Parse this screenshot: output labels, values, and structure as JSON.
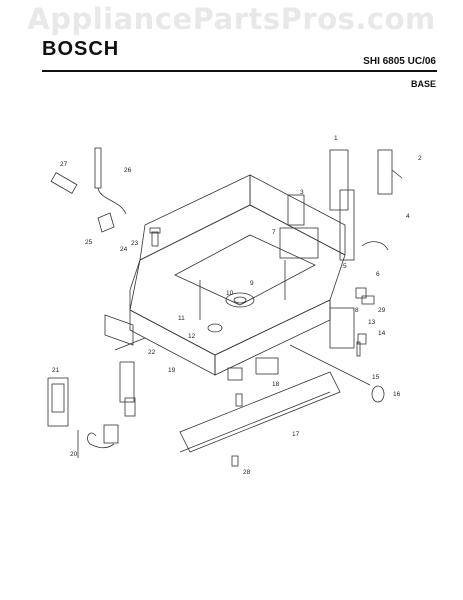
{
  "watermark": "AppliancePartsPros.com",
  "header": {
    "brand": "BOSCH",
    "model": "SHI 6805 UC/06",
    "section": "BASE"
  },
  "diagram": {
    "callouts": [
      "1",
      "2",
      "3",
      "4",
      "5",
      "6",
      "7",
      "8",
      "9",
      "10",
      "11",
      "12",
      "13",
      "14",
      "15",
      "16",
      "17",
      "18",
      "19",
      "20",
      "21",
      "22",
      "23",
      "24",
      "25",
      "26",
      "27",
      "28",
      "29"
    ]
  },
  "colors": {
    "ink": "#222222",
    "rule": "#111111",
    "watermark": "#e8e8e8"
  }
}
